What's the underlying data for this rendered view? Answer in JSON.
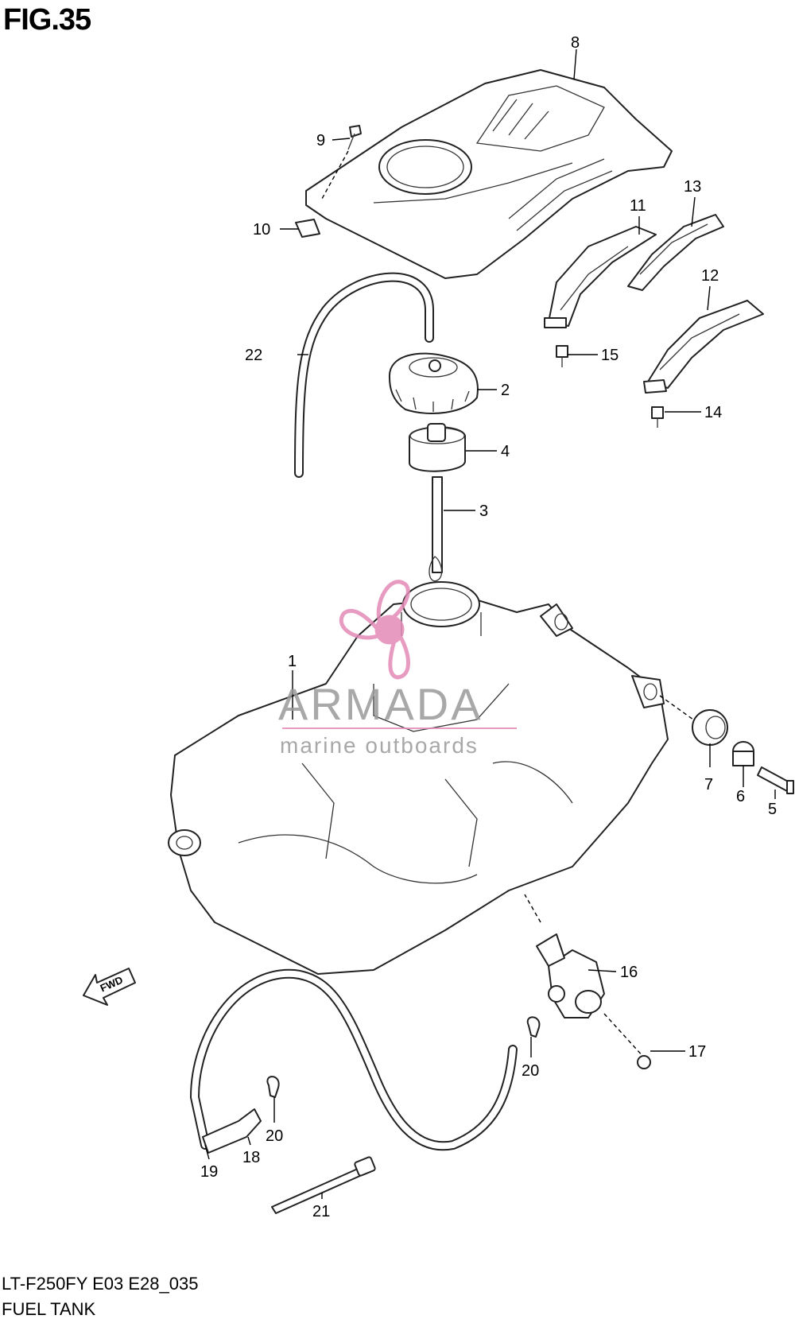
{
  "figure": {
    "title": "FIG.35"
  },
  "footer": {
    "model_code": "LT-F250FY E03 E28_035",
    "name": "FUEL TANK"
  },
  "direction_badge": "FWD",
  "watermark": {
    "brand": "ARMADA",
    "tagline": "marine outboards"
  },
  "callouts": [
    "1",
    "2",
    "3",
    "4",
    "5",
    "6",
    "7",
    "8",
    "9",
    "10",
    "11",
    "12",
    "13",
    "14",
    "15",
    "16",
    "17",
    "18",
    "19",
    "20",
    "20",
    "21",
    "22"
  ],
  "colors": {
    "line": "#000000",
    "watermark_pink": "#e48ab7",
    "watermark_gray": "#9a9a9a"
  }
}
